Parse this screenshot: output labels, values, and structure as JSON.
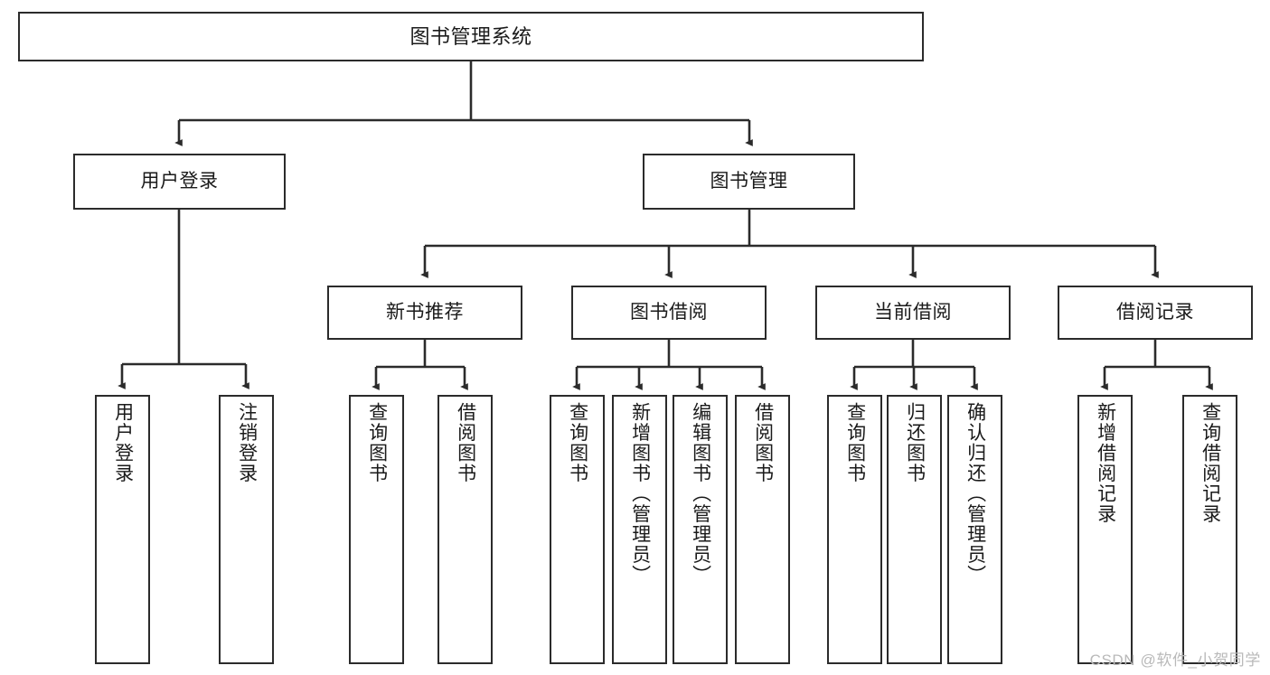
{
  "diagram": {
    "title": "图书管理系统",
    "type": "tree-hierarchy-functional-structure",
    "watermark": "CSDN @软件_小贺同学",
    "colors": {
      "box_border": "#2b2b2b",
      "box_fill": "#ffffff",
      "edge": "#2b2b2b",
      "text": "#1a1a1a",
      "watermark": "#b9b9b9",
      "background": "#ffffff"
    },
    "nodes": {
      "root": {
        "id": "root",
        "label": "图书管理系统"
      },
      "level2": [
        {
          "id": "user-login",
          "label": "用户登录"
        },
        {
          "id": "book-manage",
          "label": "图书管理"
        }
      ],
      "level3": [
        {
          "id": "new-book-recommend",
          "label": "新书推荐"
        },
        {
          "id": "book-borrow",
          "label": "图书借阅"
        },
        {
          "id": "current-borrow",
          "label": "当前借阅"
        },
        {
          "id": "borrow-record",
          "label": "借阅记录"
        }
      ],
      "leaves": [
        {
          "id": "leaf-user-login",
          "label": "用户登录",
          "parent": "user-login"
        },
        {
          "id": "leaf-user-logout",
          "label": "注销登录",
          "parent": "user-login"
        },
        {
          "id": "leaf-query-book-1",
          "label": "查询图书",
          "parent": "new-book-recommend"
        },
        {
          "id": "leaf-borrow-book-1",
          "label": "借阅图书",
          "parent": "new-book-recommend"
        },
        {
          "id": "leaf-query-book-2",
          "label": "查询图书",
          "parent": "book-borrow"
        },
        {
          "id": "leaf-add-book",
          "label": "新增图书（管理员）",
          "parent": "book-borrow"
        },
        {
          "id": "leaf-edit-book",
          "label": "编辑图书（管理员）",
          "parent": "book-borrow"
        },
        {
          "id": "leaf-borrow-book-2",
          "label": "借阅图书",
          "parent": "book-borrow"
        },
        {
          "id": "leaf-query-book-3",
          "label": "查询图书",
          "parent": "current-borrow"
        },
        {
          "id": "leaf-return-book",
          "label": "归还图书",
          "parent": "current-borrow"
        },
        {
          "id": "leaf-confirm-return",
          "label": "确认归还（管理员）",
          "parent": "current-borrow"
        },
        {
          "id": "leaf-add-record",
          "label": "新增借阅记录",
          "parent": "borrow-record"
        },
        {
          "id": "leaf-query-record",
          "label": "查询借阅记录",
          "parent": "borrow-record"
        }
      ]
    }
  }
}
